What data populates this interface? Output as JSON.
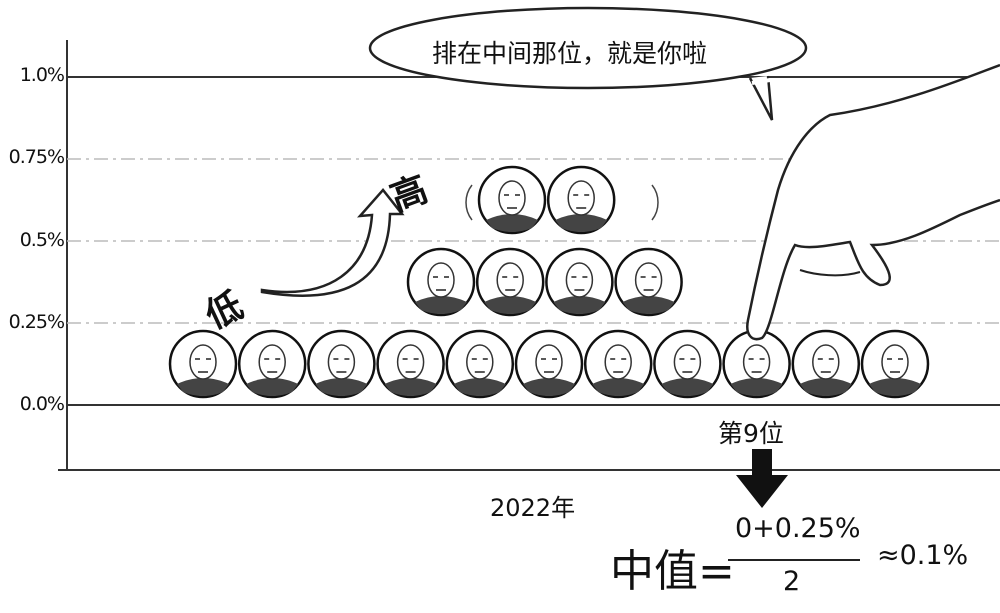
{
  "chart_data": {
    "type": "scatter",
    "subtype": "dot-plot",
    "title": "",
    "xlabel": "2022年",
    "ylabel": "",
    "yticks": [
      "1.0%",
      "0.75%",
      "0.5%",
      "0.25%",
      "0.0%"
    ],
    "ytick_values": [
      1.0,
      0.75,
      0.5,
      0.25,
      0.0
    ],
    "ylim": [
      -0.25,
      1.1
    ],
    "grid": true,
    "bins": [
      {
        "range_low": 0.0,
        "range_high": 0.25,
        "count": 11
      },
      {
        "range_low": 0.25,
        "range_high": 0.5,
        "count": 4
      },
      {
        "range_low": 0.5,
        "range_high": 0.75,
        "count": 2
      }
    ],
    "highlighted_rank": 9
  },
  "annotations": {
    "speech_bubble": "排在中间那位，就是你啦",
    "low_label": "低",
    "high_label": "高",
    "rank_label": "第9位",
    "formula_label": "中值=",
    "numerator": "0+0.25%",
    "denominator": "2",
    "result": "≈0.1%"
  }
}
